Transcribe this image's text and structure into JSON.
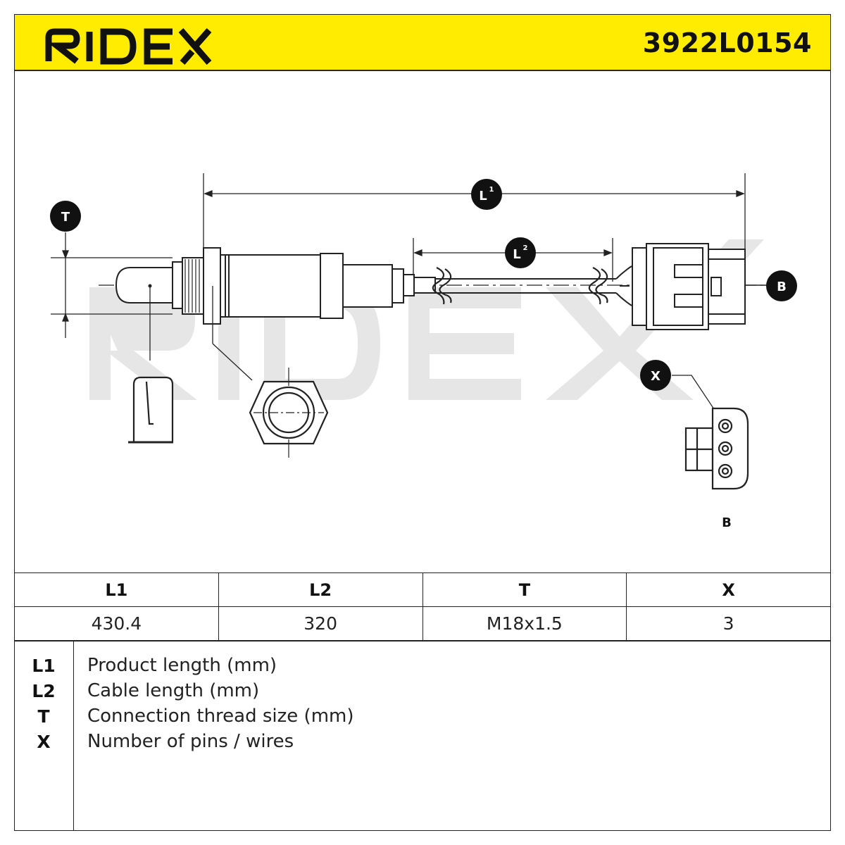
{
  "header": {
    "brand": "RIDEX",
    "part_number": "3922L0154",
    "accent_color": "#ffec00"
  },
  "diagram": {
    "labels": {
      "T": "T",
      "L1_main": "L",
      "L1_sup": "1",
      "L2_main": "L",
      "L2_sup": "2",
      "B": "B",
      "X": "X",
      "B_caption": "B"
    },
    "watermark": "RIDEX"
  },
  "spec_table": {
    "headers": [
      "L1",
      "L2",
      "T",
      "X"
    ],
    "values": [
      "430.4",
      "320",
      "M18x1.5",
      "3"
    ]
  },
  "legend": [
    {
      "key": "L1",
      "desc": "Product length (mm)"
    },
    {
      "key": "L2",
      "desc": "Cable length (mm)"
    },
    {
      "key": "T",
      "desc": "Connection thread size (mm)"
    },
    {
      "key": "X",
      "desc": "Number of pins / wires"
    }
  ]
}
